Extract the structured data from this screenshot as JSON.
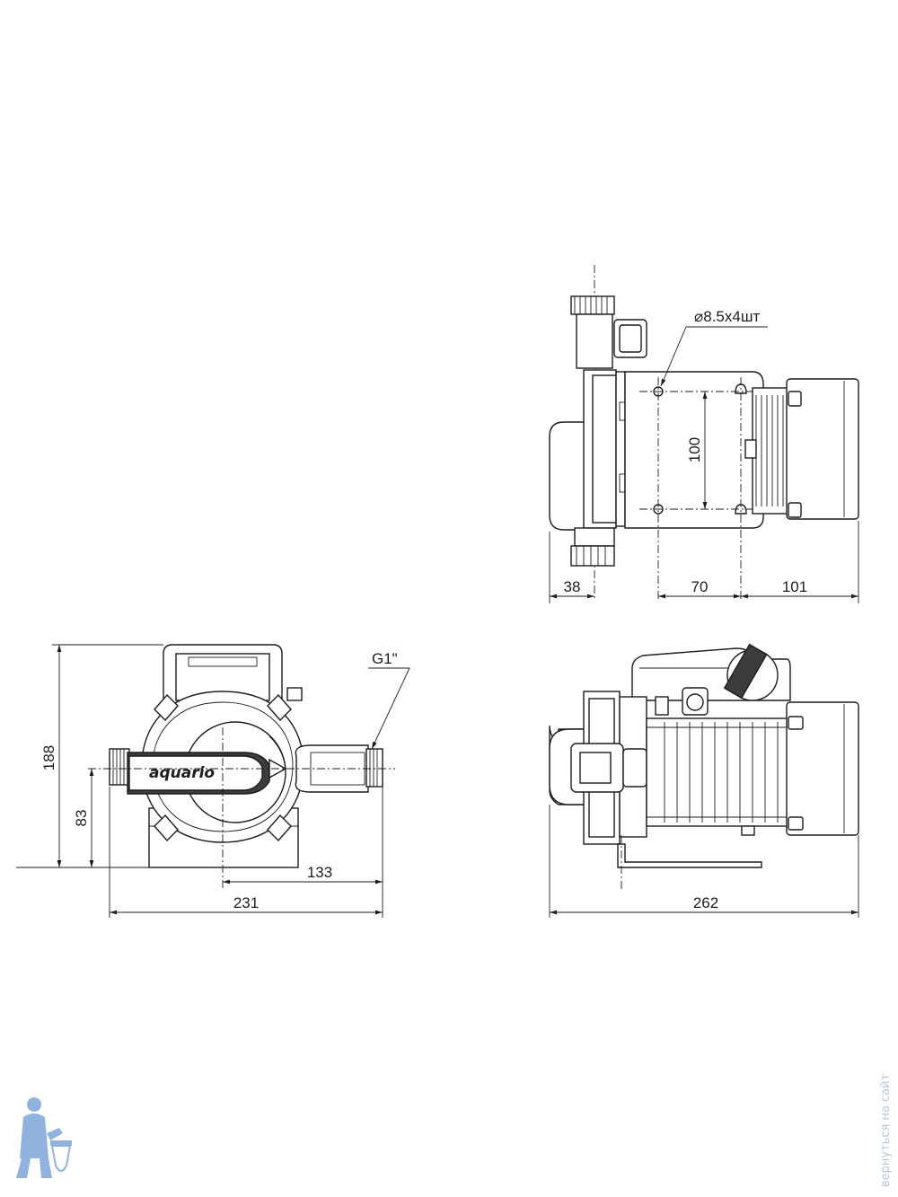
{
  "dimensions": {
    "dia_holes": "⌀8.5х4шт",
    "hole_spacing": "100",
    "inlet_offset": "38",
    "hole_pitch": "70",
    "motor_length": "101",
    "overall_height": "188",
    "axis_height": "83",
    "half_width": "133",
    "overall_width": "231",
    "overall_length": "262",
    "thread": "G1\""
  },
  "brand": {
    "logo": "aquario"
  },
  "watermark": {
    "text": "вернуться на сайт"
  },
  "colors": {
    "line": "#1d1d1b",
    "mascot": "#8fb3de"
  }
}
